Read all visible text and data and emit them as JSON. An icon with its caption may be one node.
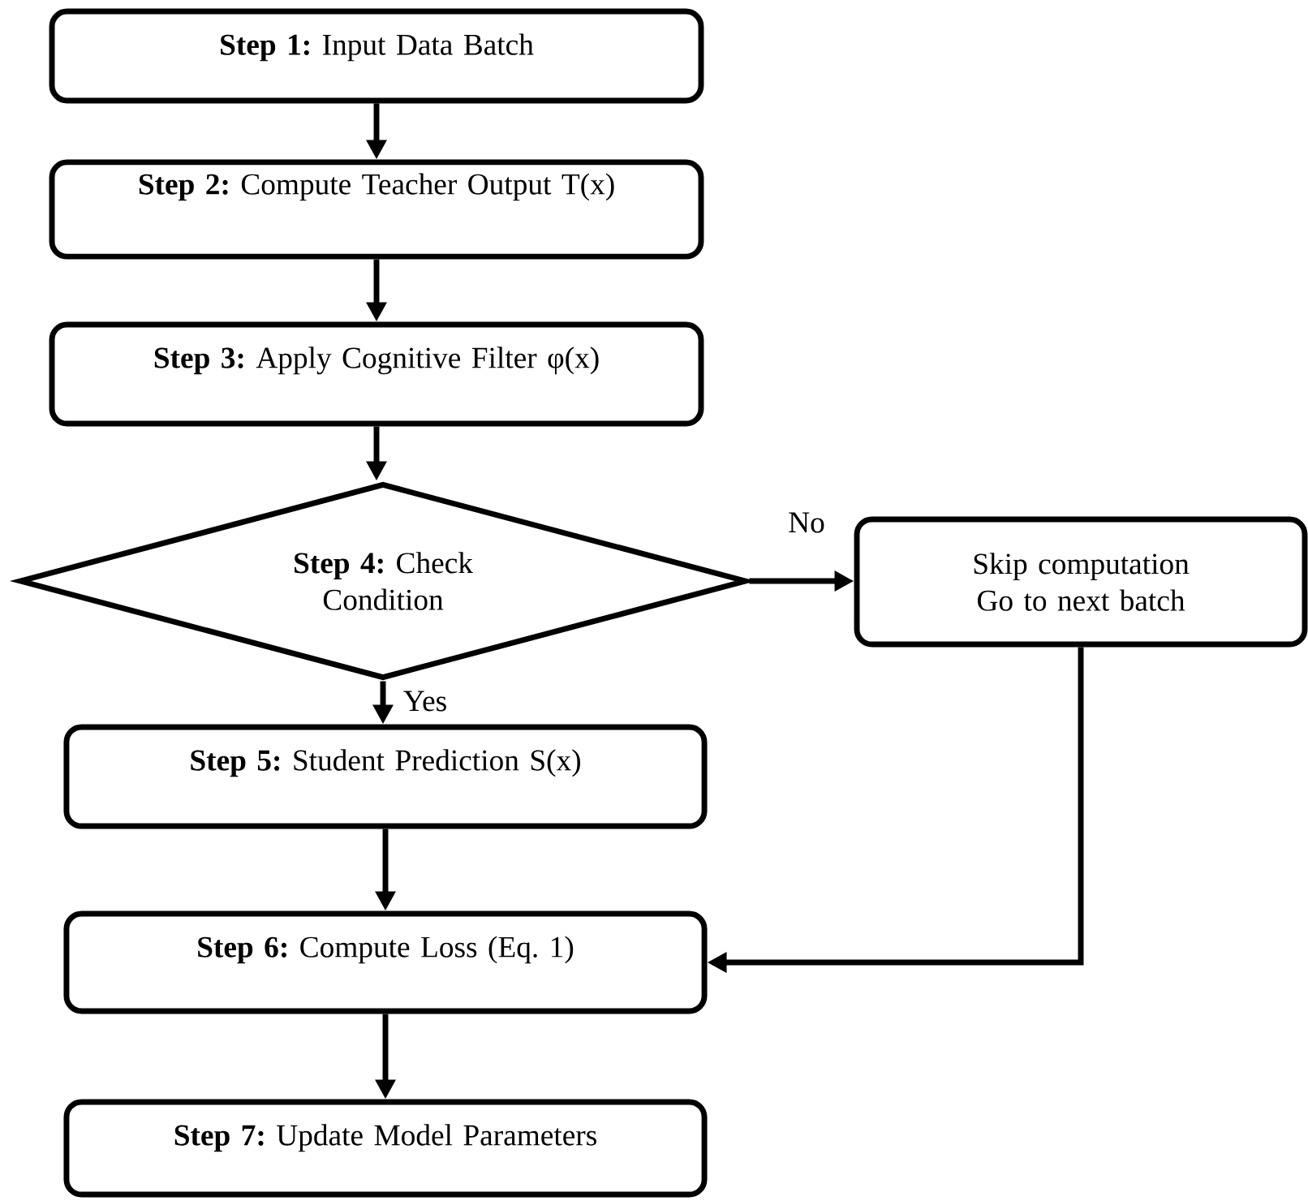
{
  "diagram": {
    "nodes": [
      {
        "text": [
          "**Step 1:** Input Data Batch"
        ]
      },
      {
        "text": [
          "**Step 2:** Compute Teacher Output T(x)"
        ]
      },
      {
        "text": [
          "**Step 3:** Apply Cognitive Filter φ(x)"
        ]
      },
      {
        "text": [
          "**Step 4:** Check Condition"
        ]
      },
      {
        "text": [
          "Skip computation Go to next batch"
        ]
      },
      {
        "text": [
          "**Step 5:** Student Prediction S(x)"
        ]
      },
      {
        "text": [
          "**Step 6:** Compute Loss (Eq. 1)"
        ]
      },
      {
        "text": [
          "**Step 7:** Update Model Parameters"
        ]
      }
    ],
    "edges": [
      {
        "from": 0,
        "to": 1,
        "arrow": "to"
      },
      {
        "from": 1,
        "to": 2,
        "arrow": "to"
      },
      {
        "from": 2,
        "to": 3,
        "arrow": "to"
      },
      {
        "from": 3,
        "to": 4,
        "arrow": "to",
        "label": "No"
      },
      {
        "from": 3,
        "to": 5,
        "arrow": "to",
        "label": "Yes"
      },
      {
        "from": 5,
        "to": 6,
        "arrow": "to"
      },
      {
        "from": 4,
        "to": 6,
        "arrow": "to"
      },
      {
        "from": 6,
        "to": 7,
        "arrow": "to"
      }
    ]
  }
}
